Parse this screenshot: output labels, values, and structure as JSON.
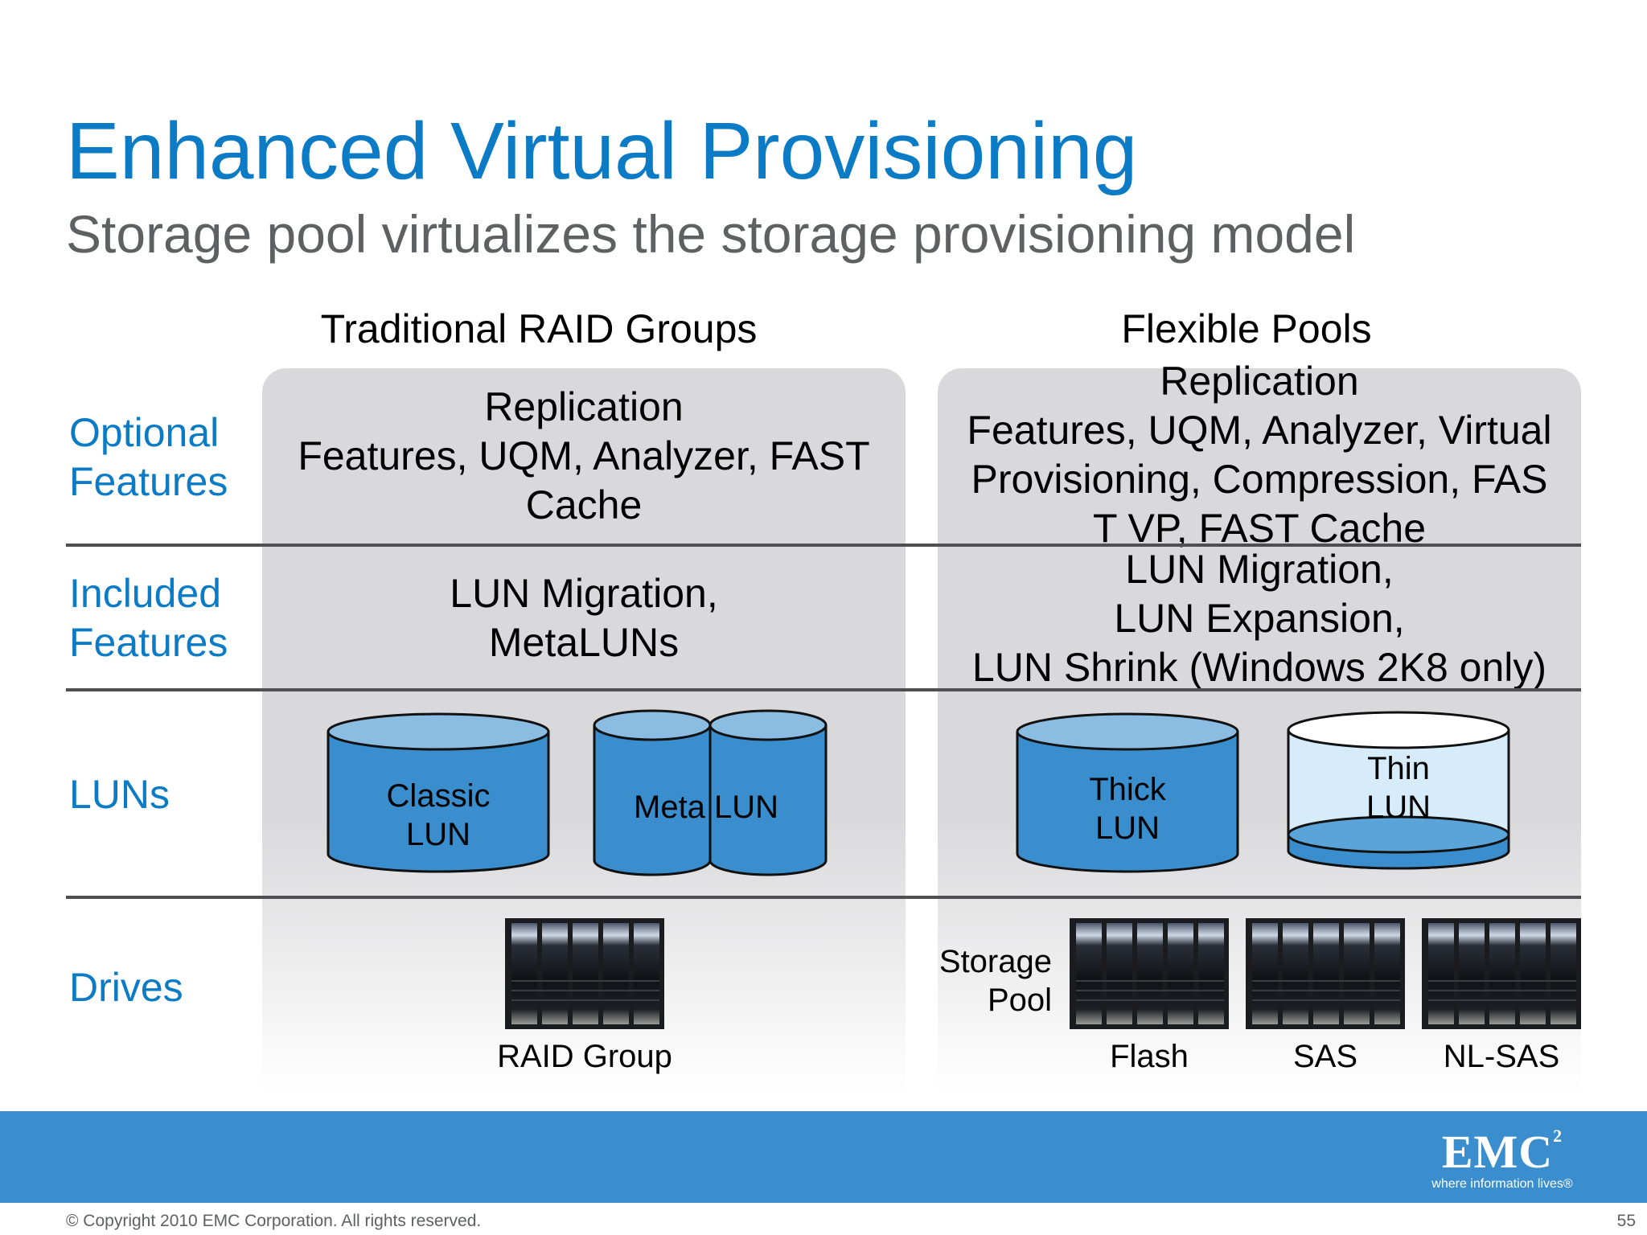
{
  "slide": {
    "title": "Enhanced Virtual Provisioning",
    "subtitle": "Storage pool virtualizes the storage provisioning model"
  },
  "columns": {
    "left_header": "Traditional RAID Groups",
    "right_header": "Flexible Pools"
  },
  "rows": {
    "optional": {
      "label_line1": "Optional",
      "label_line2": "Features"
    },
    "included": {
      "label_line1": "Included",
      "label_line2": "Features"
    },
    "luns": {
      "label": "LUNs"
    },
    "drives": {
      "label": "Drives"
    }
  },
  "traditional": {
    "optional_lines": [
      "Replication",
      "Features, UQM, Analyzer, FAST",
      "Cache"
    ],
    "included_lines": [
      "LUN Migration,",
      "MetaLUNs"
    ],
    "classic_lun": [
      "Classic",
      "LUN"
    ],
    "meta_lun": [
      "Meta",
      "LUN"
    ],
    "raid_group_label": "RAID Group"
  },
  "pools": {
    "optional_lines": [
      "Replication",
      "Features, UQM, Analyzer, Virtual",
      "Provisioning, Compression, FAS",
      "T VP, FAST Cache"
    ],
    "included_lines": [
      "LUN Migration,",
      "LUN Expansion,",
      "LUN Shrink (Windows 2K8 only)"
    ],
    "thick_lun": [
      "Thick",
      "LUN"
    ],
    "thin_lun": [
      "Thin",
      "LUN"
    ],
    "storage_pool_label": [
      "Storage",
      "Pool"
    ],
    "drive_labels": [
      "Flash",
      "SAS",
      "NL-SAS"
    ]
  },
  "footer": {
    "logo_text": "EMC",
    "logo_superscript": "2",
    "tagline": "where information lives®",
    "copyright": "© Copyright 2010 EMC Corporation. All rights reserved.",
    "page_number": "55"
  },
  "colors": {
    "title": "#0a7bc4",
    "subtitle": "#5f6062",
    "panel": "#d9d8da",
    "cylinder_body": "#3a8ecd",
    "cylinder_top": "#8bbde3",
    "thin_body": "#d6ecfb",
    "footer_bar": "#3a8ecd"
  }
}
